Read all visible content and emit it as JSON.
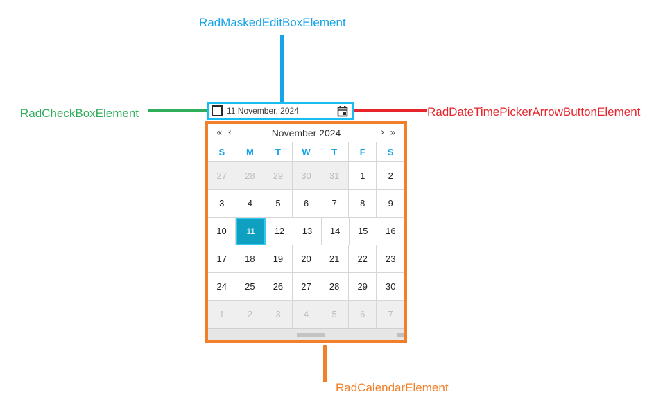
{
  "annotations": [
    {
      "name": "masked-edit-box",
      "label": "RadMaskedEditBoxElement",
      "color": "#17A3E8"
    },
    {
      "name": "check-box",
      "label": "RadCheckBoxElement",
      "color": "#2EAD5A"
    },
    {
      "name": "arrow-button",
      "label": "RadDateTimePickerArrowButtonElement",
      "color": "#E8242C"
    },
    {
      "name": "calendar",
      "label": "RadCalendarElement",
      "color": "#F2802A"
    }
  ],
  "editbox": {
    "value": "11 November, 2024",
    "placeholder": "11 November, 2024",
    "checkbox_checked": false,
    "dropdown_icon": "calendar-icon",
    "border_color": "#18BEEF"
  },
  "calendar": {
    "border_color": "#F2802A",
    "nav": {
      "fast_prev": "«",
      "prev": "‹",
      "title": "November 2024",
      "next": "›",
      "fast_next": "»"
    },
    "day_headers": [
      "S",
      "M",
      "T",
      "W",
      "T",
      "F",
      "S"
    ],
    "day_header_color": "#17A3E8",
    "selected_day": 11,
    "selected_bg": "#0E9FC1",
    "selected_border": "#35C9ED",
    "weeks": [
      [
        {
          "d": "27",
          "other": true
        },
        {
          "d": "28",
          "other": true
        },
        {
          "d": "29",
          "other": true
        },
        {
          "d": "30",
          "other": true
        },
        {
          "d": "31",
          "other": true
        },
        {
          "d": "1",
          "other": false
        },
        {
          "d": "2",
          "other": false
        }
      ],
      [
        {
          "d": "3",
          "other": false
        },
        {
          "d": "4",
          "other": false
        },
        {
          "d": "5",
          "other": false
        },
        {
          "d": "6",
          "other": false
        },
        {
          "d": "7",
          "other": false
        },
        {
          "d": "8",
          "other": false
        },
        {
          "d": "9",
          "other": false
        }
      ],
      [
        {
          "d": "10",
          "other": false
        },
        {
          "d": "11",
          "other": false,
          "selected": true
        },
        {
          "d": "12",
          "other": false
        },
        {
          "d": "13",
          "other": false
        },
        {
          "d": "14",
          "other": false
        },
        {
          "d": "15",
          "other": false
        },
        {
          "d": "16",
          "other": false
        }
      ],
      [
        {
          "d": "17",
          "other": false
        },
        {
          "d": "18",
          "other": false
        },
        {
          "d": "19",
          "other": false
        },
        {
          "d": "20",
          "other": false
        },
        {
          "d": "21",
          "other": false
        },
        {
          "d": "22",
          "other": false
        },
        {
          "d": "23",
          "other": false
        }
      ],
      [
        {
          "d": "24",
          "other": false
        },
        {
          "d": "25",
          "other": false
        },
        {
          "d": "26",
          "other": false
        },
        {
          "d": "27",
          "other": false
        },
        {
          "d": "28",
          "other": false
        },
        {
          "d": "29",
          "other": false
        },
        {
          "d": "30",
          "other": false
        }
      ],
      [
        {
          "d": "1",
          "other": true
        },
        {
          "d": "2",
          "other": true
        },
        {
          "d": "3",
          "other": true
        },
        {
          "d": "4",
          "other": true
        },
        {
          "d": "5",
          "other": true
        },
        {
          "d": "6",
          "other": true
        },
        {
          "d": "7",
          "other": true
        }
      ]
    ],
    "scrollbar": {
      "orientation": "horizontal",
      "thumb_position": "center"
    }
  }
}
